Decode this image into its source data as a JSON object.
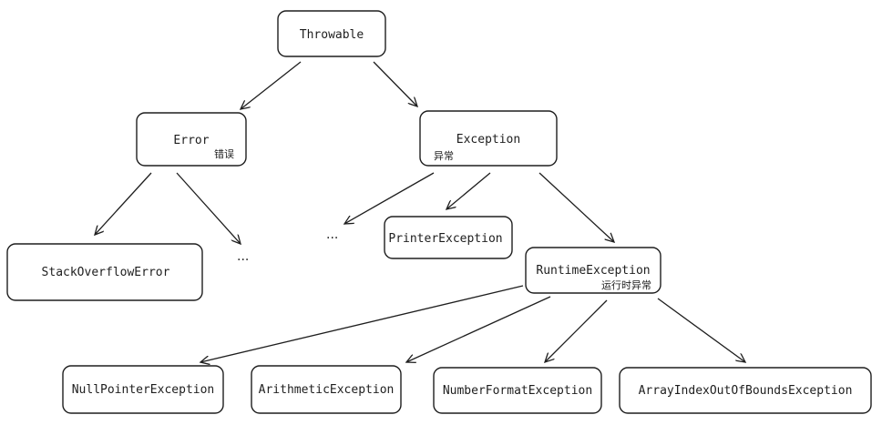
{
  "nodes": {
    "throwable": {
      "label": "Throwable"
    },
    "error": {
      "label": "Error",
      "note": "错误"
    },
    "exception": {
      "label": "Exception",
      "note": "异常"
    },
    "stackoverflow": {
      "label": "StackOverflowError"
    },
    "printer": {
      "label": "PrinterException"
    },
    "runtime": {
      "label": "RuntimeException",
      "note": "运行时异常"
    },
    "nullpointer": {
      "label": "NullPointerException"
    },
    "arithmetic": {
      "label": "ArithmeticException"
    },
    "numberformat": {
      "label": "NumberFormatException"
    },
    "arrayindex": {
      "label": "ArrayIndexOutOfBoundsException"
    }
  },
  "ellipsis": "..."
}
